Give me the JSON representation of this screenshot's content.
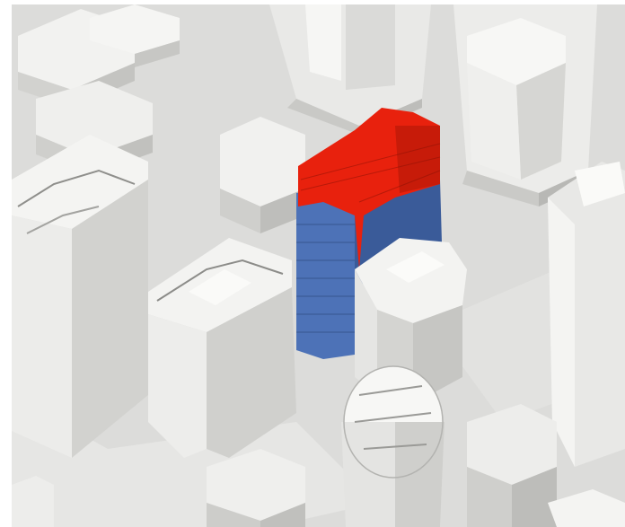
{
  "image": {
    "kind": "3d-massing-render",
    "palette": {
      "ground": "#dcdcda",
      "building_light": "#f4f4f2",
      "building_mid": "#e4e4e2",
      "building_dark": "#c9c9c6",
      "shadow": "#b9b9b6",
      "highlight_red": "#e8210d",
      "highlight_red_dark": "#b81a0a",
      "highlight_blue": "#4d72b7",
      "highlight_blue_dark": "#3a5b99"
    },
    "highlighted_building": {
      "upper_volume_color": "red",
      "lower_volume_color": "blue"
    }
  }
}
